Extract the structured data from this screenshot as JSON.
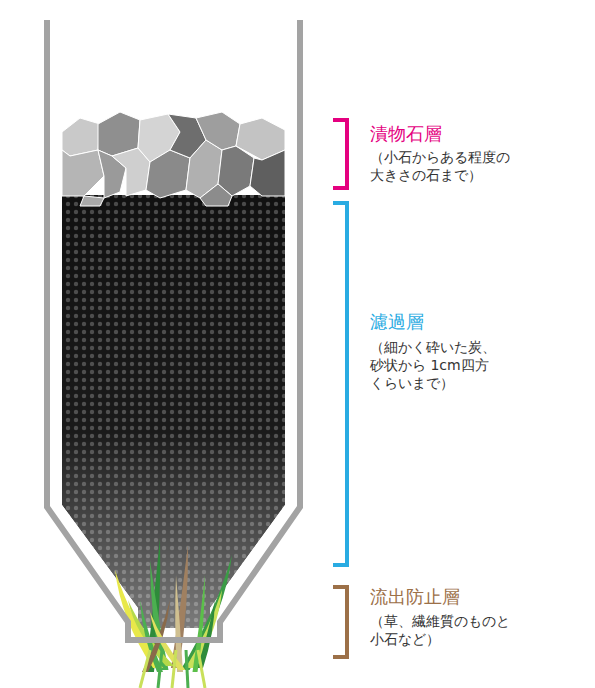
{
  "diagram": {
    "labels": [
      "漬物石層",
      "（小石からある程度の 大きさの石まで）",
      "濾過層",
      "（細かく砕いた炭、 砂状から 1cm四方 くらいまで）",
      "流出防止層",
      "（草、繊維質のものと 小石など）"
    ]
  }
}
